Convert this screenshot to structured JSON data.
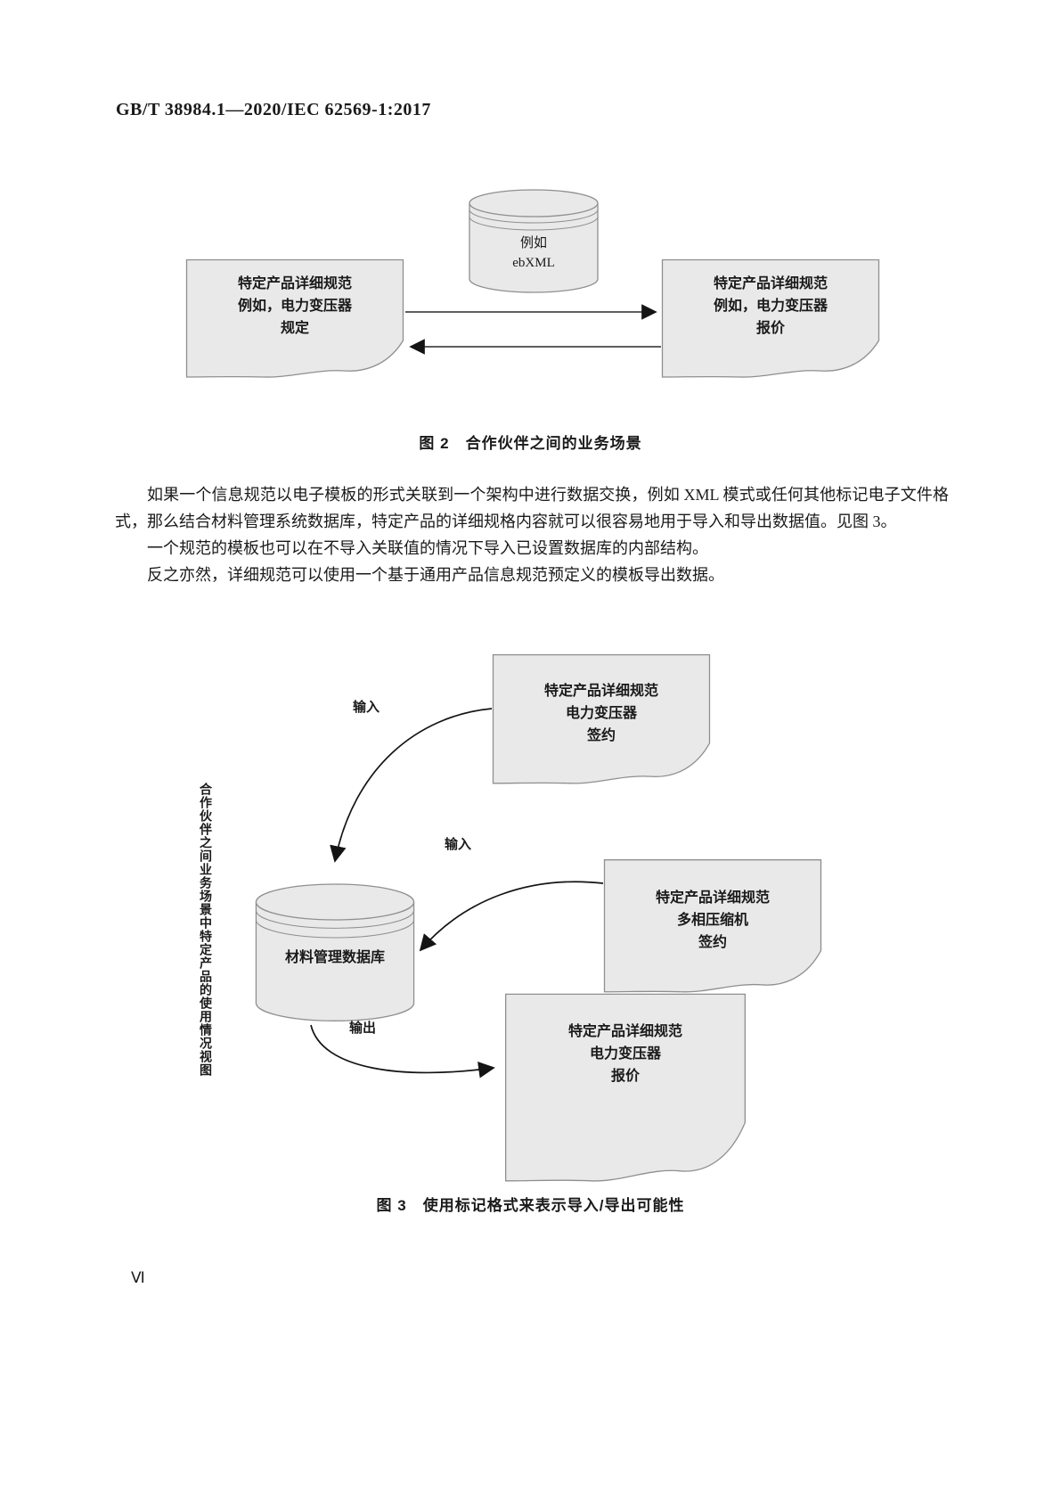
{
  "page": {
    "header": "GB/T 38984.1—2020/IEC 62569-1:2017",
    "page_number": "Ⅵ"
  },
  "figure2": {
    "caption": "图 2　合作伙伴之间的业务场景",
    "cylinder": {
      "lines": [
        "例如",
        "ebXML"
      ]
    },
    "left_doc": {
      "lines": [
        "特定产品详细规范",
        "例如，电力变压器",
        "规定"
      ]
    },
    "right_doc": {
      "lines": [
        "特定产品详细规范",
        "例如，电力变压器",
        "报价"
      ]
    }
  },
  "paragraphs": [
    "如果一个信息规范以电子模板的形式关联到一个架构中进行数据交换，例如 XML 模式或任何其他标记电子文件格式，那么结合材料管理系统数据库，特定产品的详细规格内容就可以很容易地用于导入和导出数据值。见图 3。",
    "一个规范的模板也可以在不导入关联值的情况下导入已设置数据库的内部结构。",
    "反之亦然，详细规范可以使用一个基于通用产品信息规范预定义的模板导出数据。"
  ],
  "figure3": {
    "caption": "图 3　使用标记格式来表示导入/导出可能性",
    "side_label": "合作伙伴之间业务场景中特定产品的使用情况视图",
    "top_doc": {
      "lines": [
        "特定产品详细规范",
        "电力变压器",
        "签约"
      ]
    },
    "middle_doc": {
      "lines": [
        "特定产品详细规范",
        "多相压缩机",
        "签约"
      ]
    },
    "bottom_doc": {
      "lines": [
        "特定产品详细规范",
        "电力变压器",
        "报价"
      ]
    },
    "cylinder_label": "材料管理数据库",
    "arrow_labels": {
      "input_top": "输入",
      "input_middle": "输入",
      "output": "输出"
    }
  },
  "colors": {
    "shape_fill": "#e9e9e9",
    "shape_border": "#8f8f8f",
    "arrow": "#141414",
    "text": "#1a1a1a"
  }
}
